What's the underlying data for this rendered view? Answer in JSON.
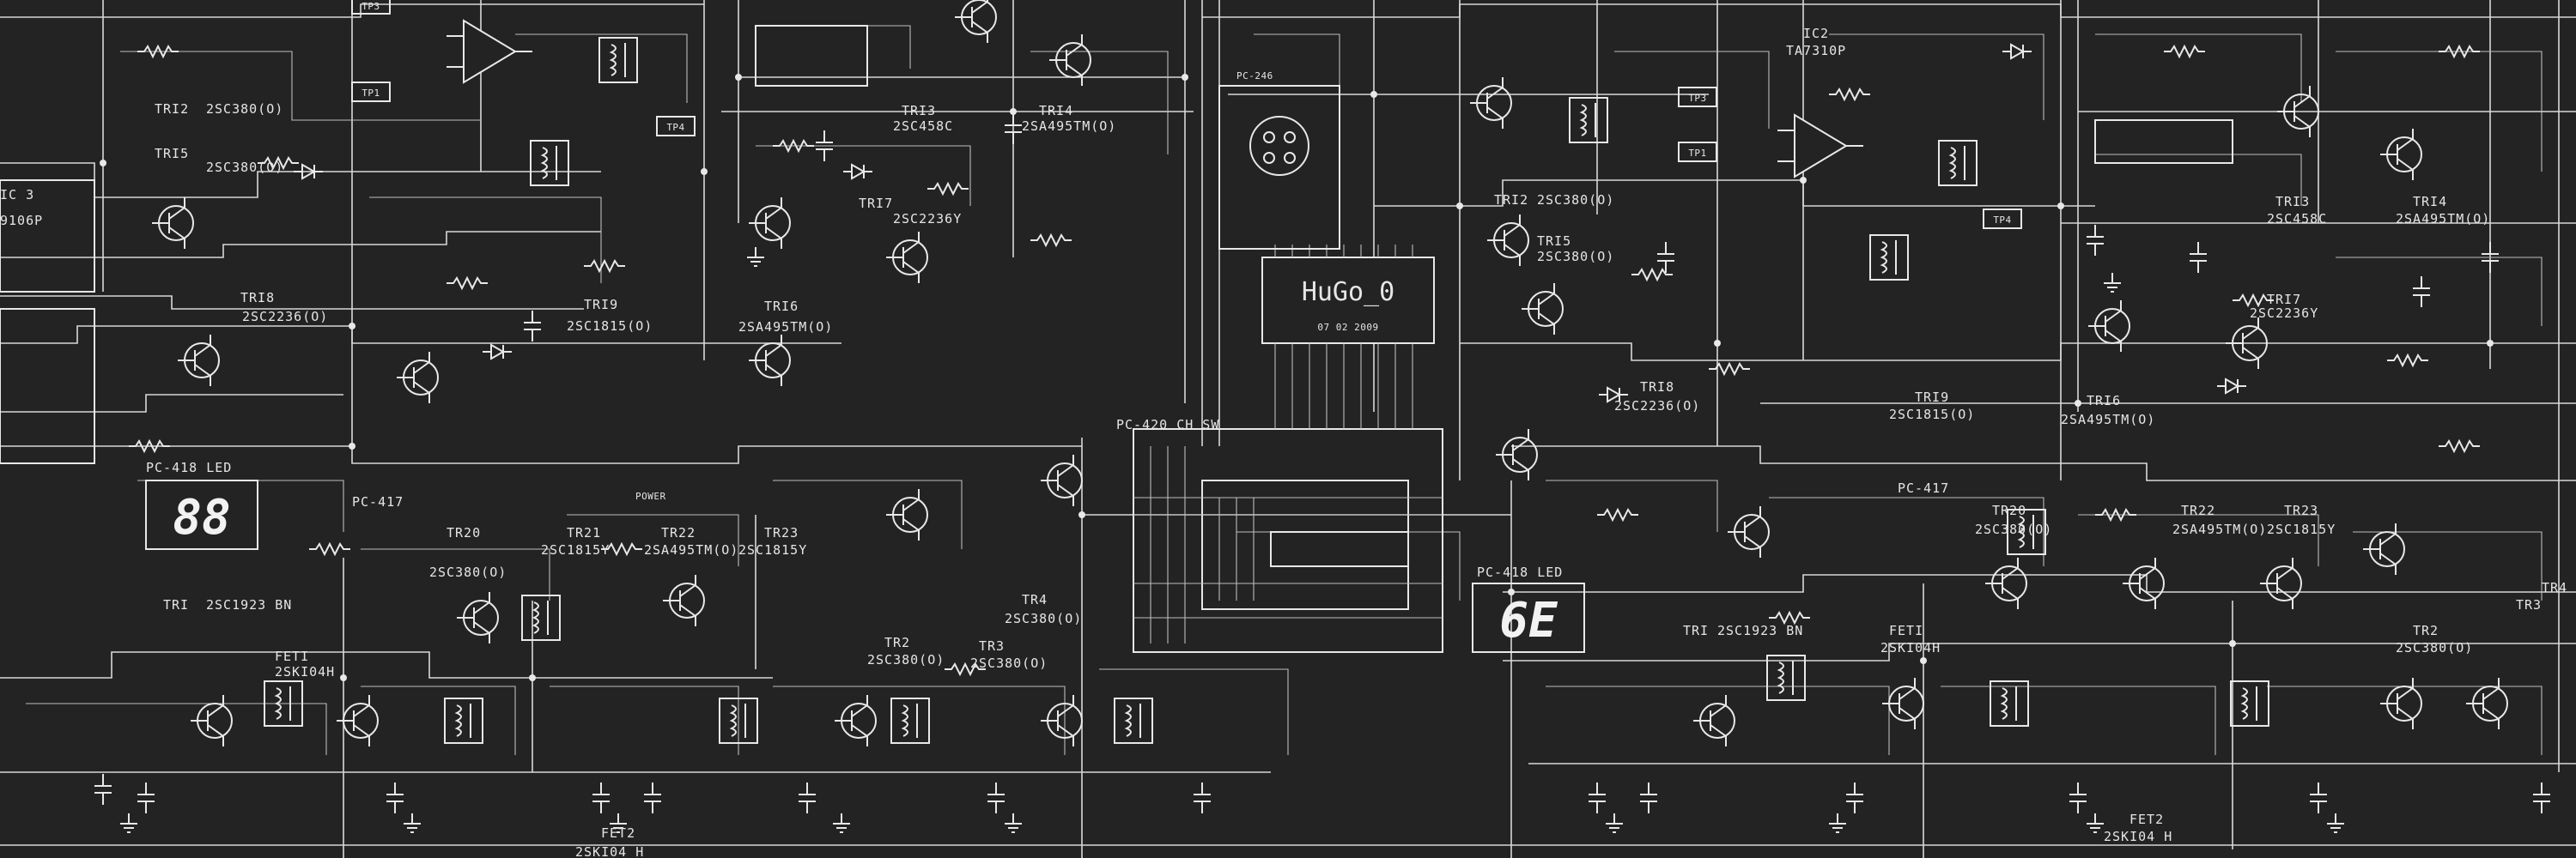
{
  "schematic": {
    "chip": {
      "label": "HuGo_0",
      "code": "07 02 2009"
    },
    "ic_labels": [
      "IC 3",
      "IC2",
      "TA7310P",
      "9106P"
    ],
    "test_points": [
      "TP3",
      "TP1",
      "TP4",
      "TP3",
      "TP1",
      "TP4"
    ],
    "led_labels": [
      "PC-418 LED",
      "PC-418 LED"
    ],
    "led_digits": [
      "88",
      "6E"
    ],
    "board_labels": [
      "PC-417",
      "PC-417",
      "PC-420 CH SW",
      "PC-246",
      "POWER"
    ],
    "transistor_labels": [
      {
        "ref": "TRI2",
        "part": "2SC380(O)"
      },
      {
        "ref": "TRI3",
        "part": "2SC458C"
      },
      {
        "ref": "TRI4",
        "part": "2SA495TM(O)"
      },
      {
        "ref": "TRI5",
        "part": "2SC380(O)"
      },
      {
        "ref": "TRI7",
        "part": "2SC2236Y"
      },
      {
        "ref": "TRI8",
        "part": "2SC2236(O)"
      },
      {
        "ref": "TRI9",
        "part": "2SC1815(O)"
      },
      {
        "ref": "TRI6",
        "part": "2SA495TM(O)"
      },
      {
        "ref": "TR20",
        "part": "2SC380(O)"
      },
      {
        "ref": "TR21",
        "part": "2SC1815Y"
      },
      {
        "ref": "TR22",
        "part": "2SA495TM(O)"
      },
      {
        "ref": "TR23",
        "part": "2SC1815Y"
      },
      {
        "ref": "TRI",
        "part": "2SC1923 BN"
      },
      {
        "ref": "FETI",
        "part": "2SKI04H"
      },
      {
        "ref": "TR2",
        "part": "2SC380(O)"
      },
      {
        "ref": "TR3",
        "part": "2SC380(O)"
      },
      {
        "ref": "TR4",
        "part": "2SC380(O)"
      },
      {
        "ref": "FET2",
        "part": "2SKI04 H"
      }
    ]
  }
}
